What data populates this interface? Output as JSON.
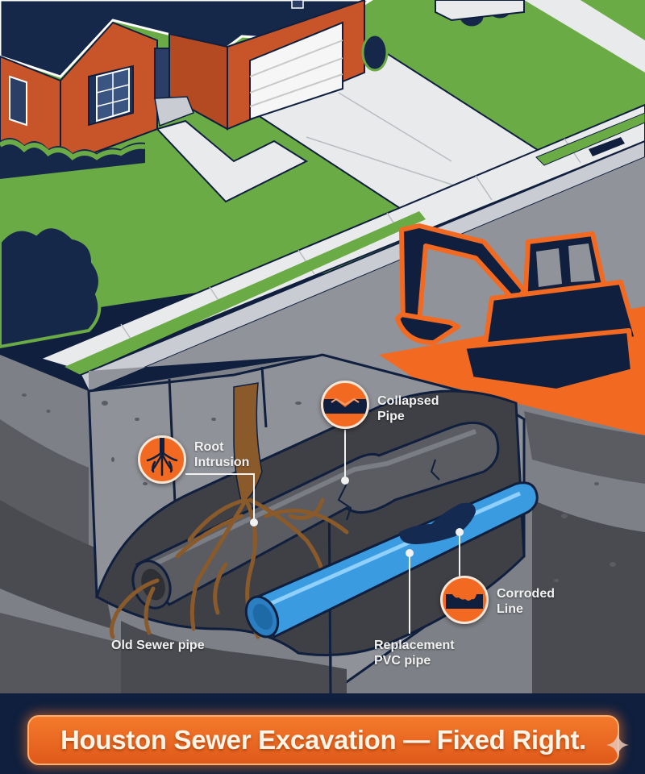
{
  "infographic": {
    "topic": "Sewer line excavation and replacement",
    "scene": {
      "house": "brick-house",
      "equipment": "mini-excavator",
      "cross_section": "excavated-trench"
    },
    "callouts": [
      {
        "id": "root-intrusion",
        "label": "Root\nIntrusion",
        "icon": "roots-icon"
      },
      {
        "id": "collapsed-pipe",
        "label": "Collapsed\nPipe",
        "icon": "collapsed-pipe-icon"
      },
      {
        "id": "corroded-line",
        "label": "Corroded\nLine",
        "icon": "corroded-line-icon"
      }
    ],
    "pipe_labels": {
      "old": "Old Sewer pipe",
      "new": "Replacement\nPVC pipe"
    },
    "banner": {
      "text": "Houston Sewer Excavation — Fixed Right."
    }
  },
  "colors": {
    "navy": "#0f1f3d",
    "orange": "#f26a22",
    "grass": "#6aab45",
    "concrete": "#e9eaec",
    "soil_light": "#8a8c91",
    "soil_dark": "#4a4b50",
    "brick": "#c8552a",
    "pvc_blue": "#3a9be0",
    "old_pipe": "#5a5c62",
    "root_brown": "#8a5a2b"
  }
}
